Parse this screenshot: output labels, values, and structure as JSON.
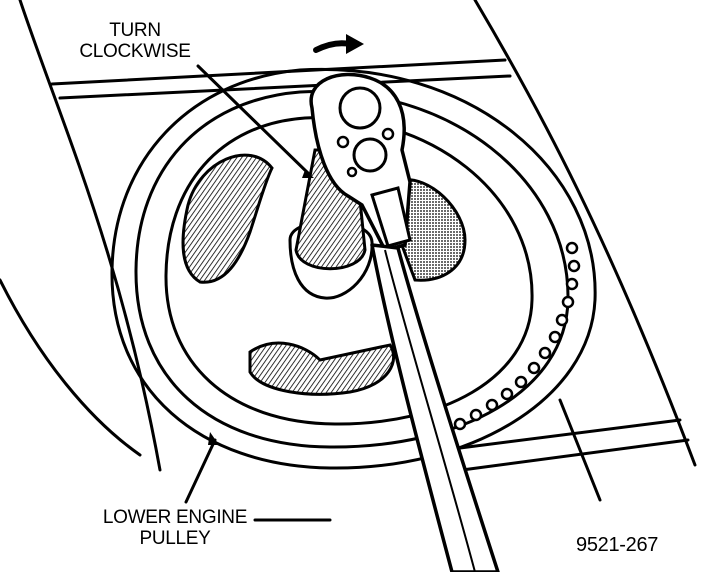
{
  "labels": {
    "turn_line1": "TURN",
    "turn_line2": "CLOCKWISE",
    "pulley_line1": "LOWER ENGINE",
    "pulley_line2": "PULLEY",
    "figure_number": "9521-267"
  },
  "colors": {
    "ink": "#000000",
    "paper": "#ffffff"
  }
}
